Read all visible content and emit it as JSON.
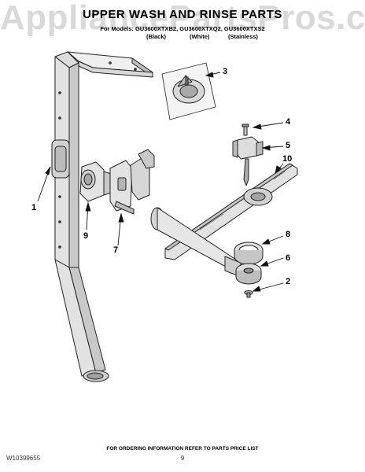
{
  "watermark": "AppliancePartsPros.com",
  "header": {
    "title": "UPPER WASH AND RINSE PARTS",
    "models_line": "For Models: GU3600XTXB2, GU3600XTXQ2, GU3600XTXS2",
    "colors": [
      "(Black)",
      "(White)",
      "(Stainless)"
    ]
  },
  "callouts": {
    "c1": "1",
    "c2": "2",
    "c3": "3",
    "c4": "4",
    "c5": "5",
    "c6": "6",
    "c7": "7",
    "c8": "8",
    "c9": "9",
    "c10": "10"
  },
  "footer": {
    "ordering_info": "FOR ORDERING INFORMATION REFER TO PARTS PRICE LIST",
    "doc_number": "W10399655",
    "page_number": "9"
  },
  "colors": {
    "line": "#222222",
    "part_fill": "#e4e4e4",
    "part_dark": "#999999"
  }
}
